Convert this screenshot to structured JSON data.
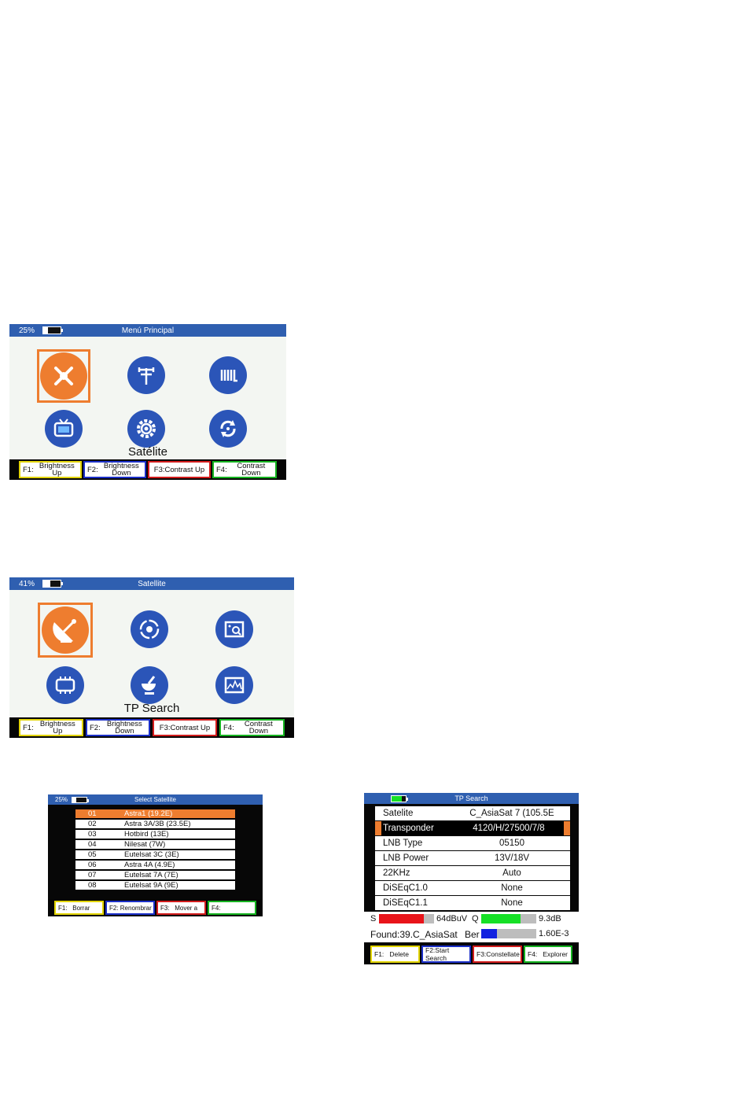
{
  "screen1": {
    "battery": "25%",
    "battery_level": 0.25,
    "title": "Menú Principal",
    "selected_label": "Satélite",
    "icons": [
      "satellite-icon",
      "antenna-icon",
      "cable-icon",
      "tv-icon",
      "settings-gear-icon",
      "update-icon"
    ],
    "fkeys": [
      {
        "key": "F1:",
        "label1": "Brightness",
        "label2": "Up"
      },
      {
        "key": "F2:",
        "label1": "Brightness",
        "label2": "Down"
      },
      {
        "key": "F3:Contrast Up",
        "label1": "",
        "label2": ""
      },
      {
        "key": "F4:",
        "label1": "Contrast",
        "label2": "Down"
      }
    ]
  },
  "screen2": {
    "battery": "41%",
    "battery_level": 0.41,
    "title": "Satellite",
    "selected_label": "TP Search",
    "icons": [
      "dish-icon",
      "blind-scan-icon",
      "photo-search-icon",
      "lnb-icon",
      "dish-setup-icon",
      "spectrum-icon"
    ],
    "fkeys": [
      {
        "key": "F1:",
        "label1": "Brightness",
        "label2": "Up"
      },
      {
        "key": "F2:",
        "label1": "Brightness",
        "label2": "Down"
      },
      {
        "key": "F3:Contrast Up",
        "label1": "",
        "label2": ""
      },
      {
        "key": "F4:",
        "label1": "Contrast",
        "label2": "Down"
      }
    ]
  },
  "screen3": {
    "battery": "25%",
    "battery_level": 0.25,
    "title": "Select Satellite",
    "rows": [
      {
        "num": "01",
        "name": "Astra1 (19.2E)"
      },
      {
        "num": "02",
        "name": "Astra 3A/3B (23.5E)"
      },
      {
        "num": "03",
        "name": "Hotbird (13E)"
      },
      {
        "num": "04",
        "name": "Nilesat (7W)"
      },
      {
        "num": "05",
        "name": "Eutelsat 3C (3E)"
      },
      {
        "num": "06",
        "name": "Astra 4A (4.9E)"
      },
      {
        "num": "07",
        "name": "Eutelsat 7A (7E)"
      },
      {
        "num": "08",
        "name": "Eutelsat 9A (9E)"
      }
    ],
    "fkeys": [
      "F1:   Borrar",
      "F2: Renombrar",
      "F3:   Mover a",
      "F4:"
    ]
  },
  "screen4": {
    "battery_level": 0.7,
    "title": "TP Search",
    "rows": [
      {
        "label": "Satelite",
        "value": "C_AsiaSat 7 (105.5E"
      },
      {
        "label": "Transponder",
        "value": "4120/H/27500/7/8"
      },
      {
        "label": "LNB Type",
        "value": "05150"
      },
      {
        "label": "LNB Power",
        "value": "13V/18V"
      },
      {
        "label": "22KHz",
        "value": "Auto"
      },
      {
        "label": "DiSEqC1.0",
        "value": "None"
      },
      {
        "label": "DiSEqC1.1",
        "value": "None"
      }
    ],
    "signal": {
      "s_label": "S",
      "s_value": "64dBuV",
      "s_level": 0.82,
      "q_label": "Q",
      "q_value": "9.3dB",
      "q_level": 0.72
    },
    "found": "Found:39.C_AsiaSat",
    "ber": {
      "label": "Ber",
      "value": "1.60E-3",
      "level": 0.28
    },
    "fkeys": [
      "F1:   Delete",
      "F2:Start Search",
      "F3:Constellate",
      "F4:   Explorer"
    ],
    "colors": {
      "s_fill": "#e8141a",
      "q_fill": "#16e026",
      "ber_fill": "#1322e0"
    }
  }
}
